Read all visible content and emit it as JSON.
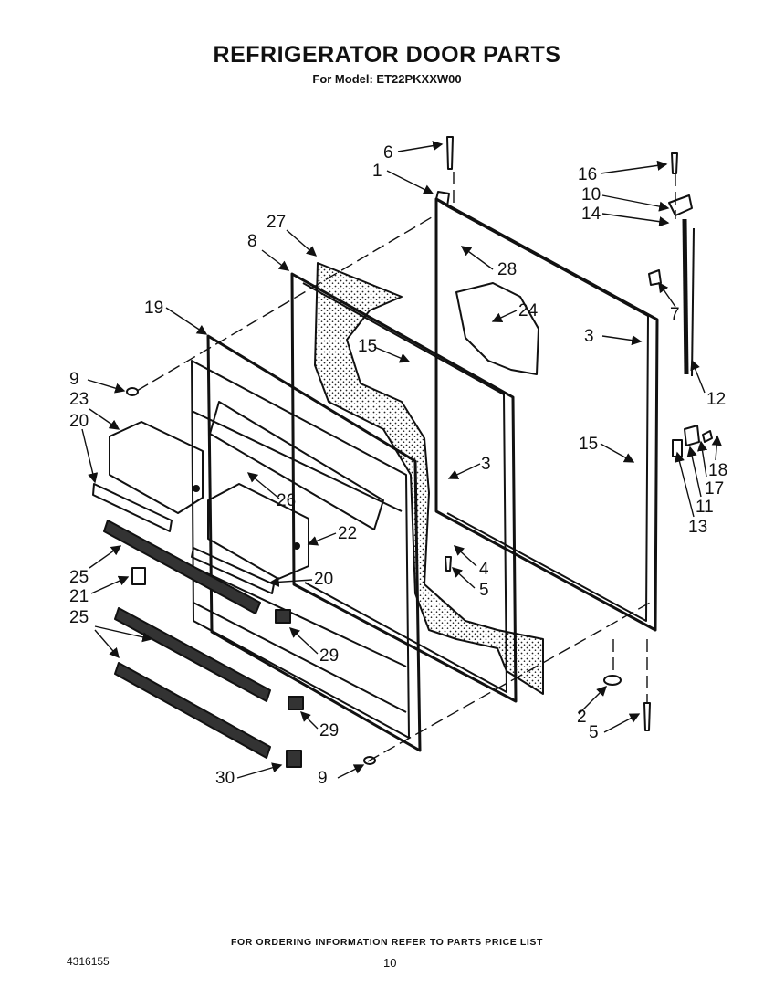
{
  "header": {
    "title": "REFRIGERATOR DOOR PARTS",
    "subtitle": "For Model: ET22PKXXW00"
  },
  "callouts": [
    "6",
    "1",
    "16",
    "10",
    "14",
    "27",
    "8",
    "28",
    "24",
    "7",
    "19",
    "3",
    "15",
    "12",
    "9",
    "23",
    "20",
    "15",
    "3",
    "26",
    "22",
    "18",
    "17",
    "11",
    "13",
    "25",
    "21",
    "20",
    "4",
    "5",
    "25",
    "29",
    "2",
    "29",
    "5",
    "30",
    "9"
  ],
  "footer": {
    "ordering_note": "FOR ORDERING INFORMATION REFER TO PARTS PRICE LIST",
    "doc_number": "4316155",
    "page_number": "10"
  },
  "colors": {
    "ink": "#111111",
    "paper": "#ffffff"
  }
}
